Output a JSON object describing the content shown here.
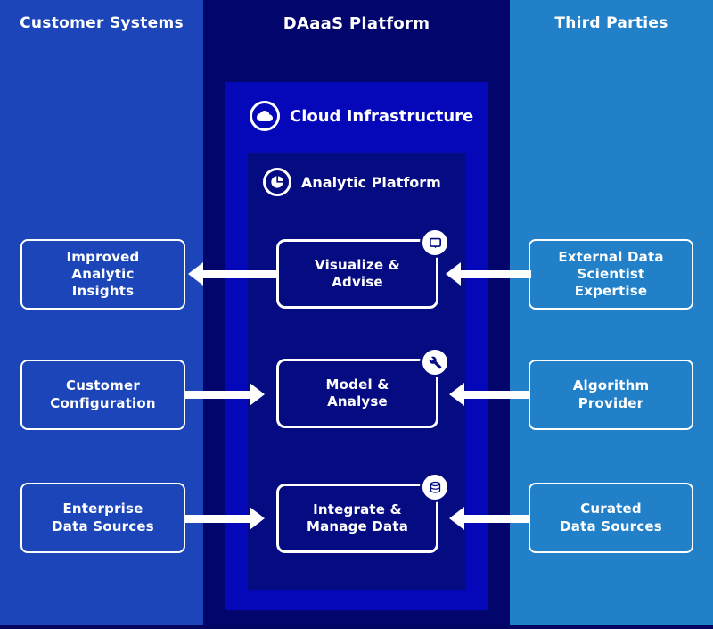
{
  "palette": {
    "customer_column_bg": "#1B45B8",
    "daaas_column_bg": "#01056C",
    "cloud_box_bg": "#0408B8",
    "analytic_box_bg": "#050B80",
    "third_party_column_bg": "#2280C8",
    "box_border": "#FFFFFF",
    "text": "#FFFFFF"
  },
  "headers": {
    "left": "Customer Systems",
    "middle": "DAaaS Platform",
    "right": "Third Parties"
  },
  "platform": {
    "cloud": {
      "label": "Cloud Infrastructure",
      "icon": "cloud-icon"
    },
    "analytic": {
      "label": "Analytic Platform",
      "icon": "pie-chart-icon"
    },
    "processes": [
      {
        "label": "Visualize &\nAdvise",
        "icon": "monitor-icon"
      },
      {
        "label": "Model &\nAnalyse",
        "icon": "wrench-icon"
      },
      {
        "label": "Integrate &\nManage Data",
        "icon": "database-icon"
      }
    ]
  },
  "customer_systems": {
    "boxes": [
      {
        "label": "Improved\nAnalytic\nInsights"
      },
      {
        "label": "Customer\nConfiguration"
      },
      {
        "label": "Enterprise\nData Sources"
      }
    ]
  },
  "third_parties": {
    "boxes": [
      {
        "label": "External Data\nScientist\nExpertise"
      },
      {
        "label": "Algorithm\nProvider"
      },
      {
        "label": "Curated\nData Sources"
      }
    ]
  },
  "arrows": [
    {
      "from": "visualize-advise",
      "to": "improved-analytic-insights",
      "direction": "left"
    },
    {
      "from": "external-data-scientist-expertise",
      "to": "visualize-advise",
      "direction": "left"
    },
    {
      "from": "customer-configuration",
      "to": "model-analyse",
      "direction": "right"
    },
    {
      "from": "algorithm-provider",
      "to": "model-analyse",
      "direction": "left"
    },
    {
      "from": "enterprise-data-sources",
      "to": "integrate-manage-data",
      "direction": "right"
    },
    {
      "from": "curated-data-sources",
      "to": "integrate-manage-data",
      "direction": "left"
    }
  ]
}
